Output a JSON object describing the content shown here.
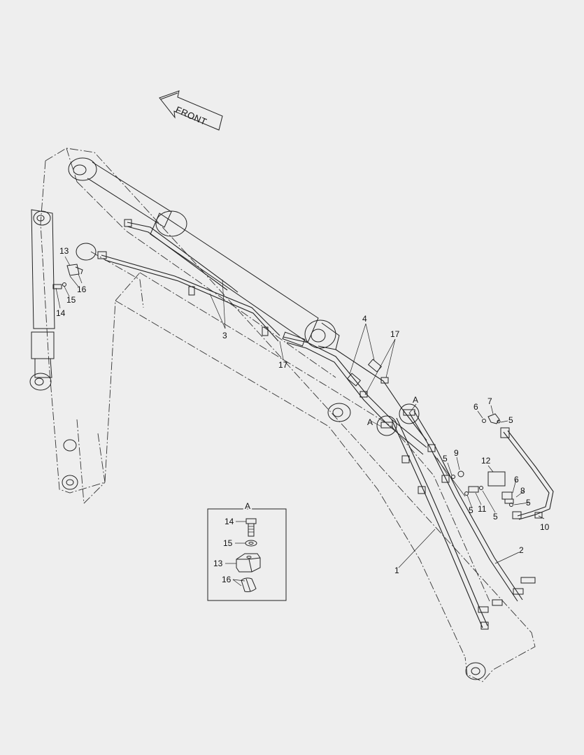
{
  "front_arrow": {
    "label": "FRONT"
  },
  "detail": {
    "title": "A",
    "items": {
      "bolt": "14",
      "washer": "15",
      "clamp": "13",
      "halves": "16"
    }
  },
  "callouts": {
    "c1": "1",
    "c2": "2",
    "c3": "3",
    "c4": "4",
    "c5a": "5",
    "c5b": "5",
    "c5c": "5",
    "c5d": "5",
    "c5e": "5",
    "c6a": "6",
    "c6b": "6",
    "c7": "7",
    "c8": "8",
    "c9": "9",
    "c10": "10",
    "c11": "11",
    "c12": "12",
    "c13": "13",
    "c14": "14",
    "c15": "15",
    "c16": "16",
    "c17a": "17",
    "c17b": "17",
    "cAa": "A",
    "cAb": "A"
  }
}
